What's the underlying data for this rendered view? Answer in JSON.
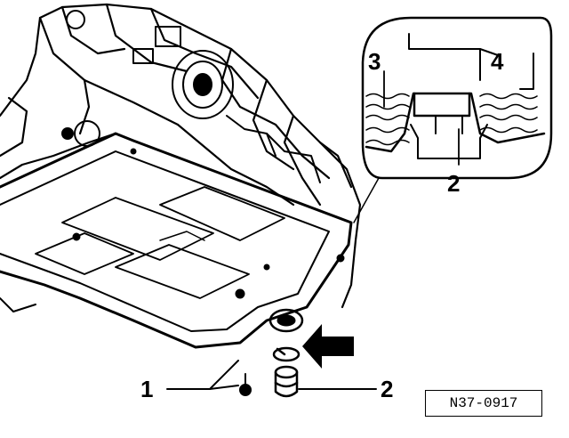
{
  "diagram": {
    "callouts": {
      "inset_3": "3",
      "inset_4": "4",
      "inset_2": "2",
      "main_1": "1",
      "main_2": "2"
    },
    "reference_code": "N37-0917"
  }
}
